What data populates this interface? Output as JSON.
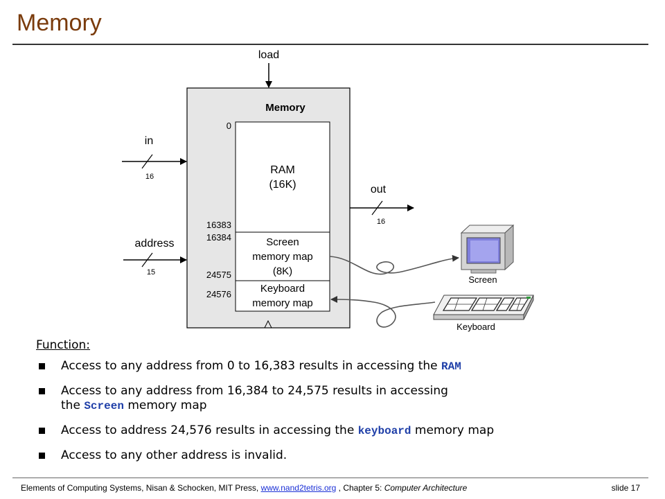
{
  "slide": {
    "title": "Memory"
  },
  "diagram": {
    "box_title": "Memory",
    "load_label": "load",
    "in_label": "in",
    "in_width": "16",
    "address_label": "address",
    "address_width": "15",
    "out_label": "out",
    "out_width": "16",
    "addr_0": "0",
    "addr_16383": "16383",
    "addr_16384": "16384",
    "addr_24575": "24575",
    "addr_24576": "24576",
    "ram_line1": "RAM",
    "ram_line2": "(16K)",
    "screen_line1": "Screen",
    "screen_line2": "memory map",
    "screen_line3": "(8K)",
    "keyboard_line1": "Keyboard",
    "keyboard_line2": "memory map",
    "screen_device_label": "Screen",
    "keyboard_device_label": "Keyboard"
  },
  "function": {
    "heading": "Function:",
    "b1_text": "Access to any address from 0 to 16,383 results in accessing the ",
    "b1_code": "RAM",
    "b2_text1": "Access to any address from 16,384 to 24,575 results in accessing",
    "b2_text2": "the ",
    "b2_code": "Screen",
    "b2_text3": " memory map",
    "b3_text1": "Access to address 24,576 results in accessing the ",
    "b3_code": "keyboard",
    "b3_text2": " memory map",
    "b4_text": "Access to any other address is invalid."
  },
  "footer": {
    "text1": "Elements of Computing Systems, Nisan & Schocken, MIT Press, ",
    "link": "www.nand2tetris.org",
    "text2": " , Chapter 5: ",
    "chapter": "Computer Architecture",
    "slide": "slide 17"
  }
}
